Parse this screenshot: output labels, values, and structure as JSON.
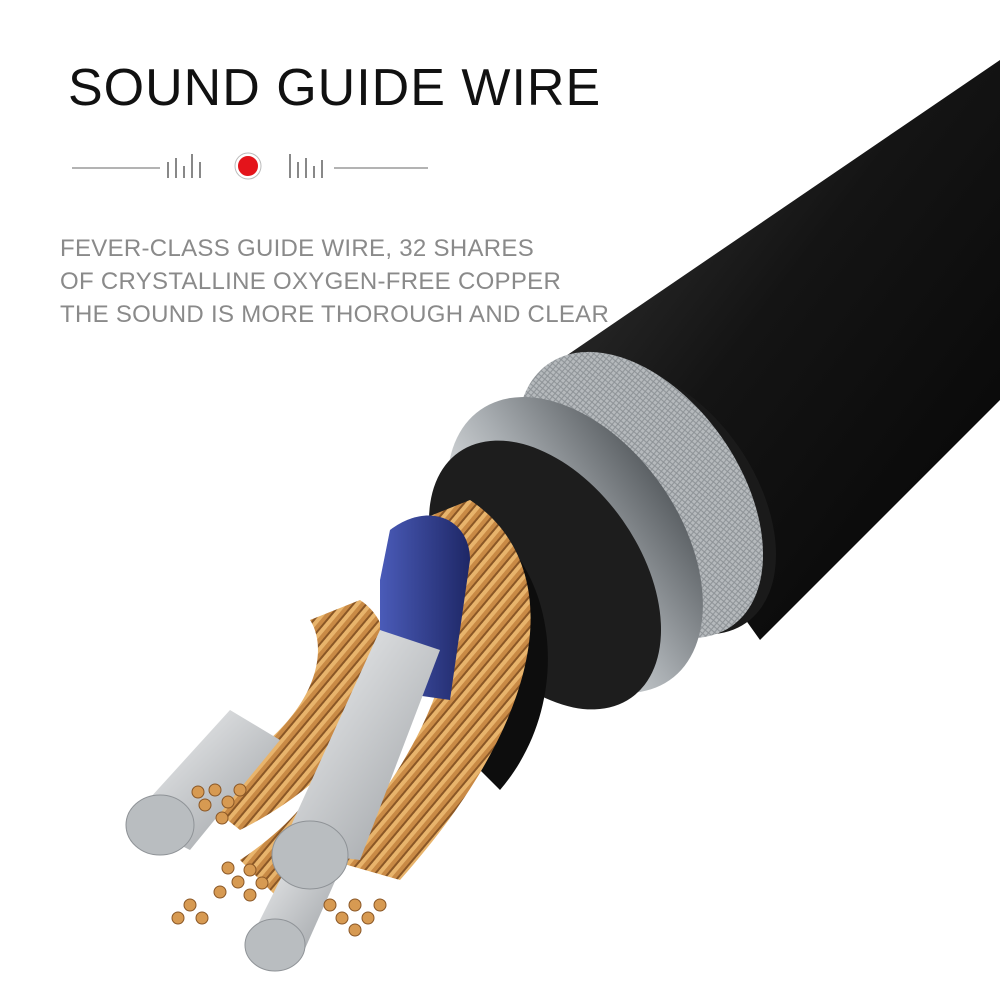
{
  "header": {
    "title": "SOUND GUIDE WIRE"
  },
  "divider": {
    "accent_color": "#e4141b",
    "icon_left": "sound-bars-icon",
    "icon_center": "record-dot-icon",
    "icon_right": "sound-bars-icon"
  },
  "description": {
    "lines": [
      "FEVER-CLASS GUIDE WIRE, 32 SHARES",
      "OF CRYSTALLINE OXYGEN-FREE COPPER",
      "THE SOUND IS MORE THOROUGH AND CLEAR"
    ]
  },
  "colors": {
    "copper": "#c98a45",
    "jacket": "#161616",
    "insulation_blue": "#2d3a8c",
    "sleeve_silver": "#b9bdc0"
  }
}
